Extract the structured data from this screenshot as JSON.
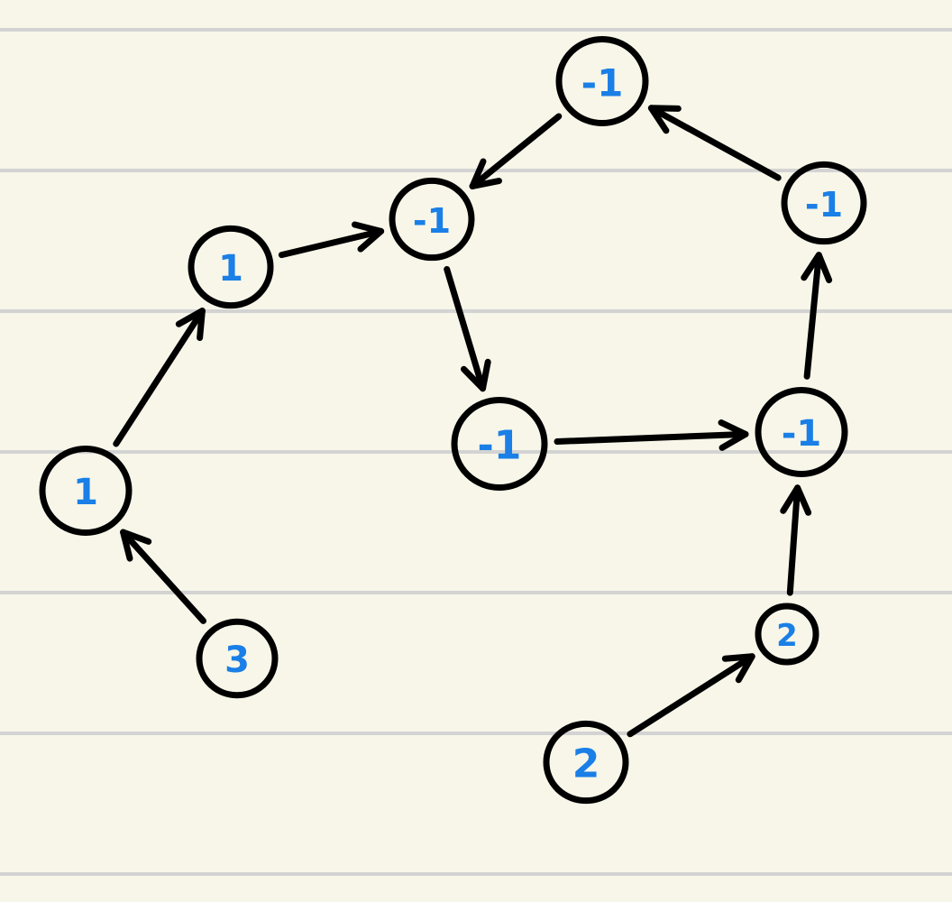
{
  "colors": {
    "paper": "#f7f6e9",
    "ruled_line": "#d3d3d3",
    "ink": "#000000",
    "label": "#1a7fe6"
  },
  "diagram": {
    "nodes": [
      {
        "id": "n1",
        "label": "3"
      },
      {
        "id": "n2",
        "label": "1"
      },
      {
        "id": "n3",
        "label": "1"
      },
      {
        "id": "n4",
        "label": "-1"
      },
      {
        "id": "n5",
        "label": "-1"
      },
      {
        "id": "n6",
        "label": "-1"
      },
      {
        "id": "n7",
        "label": "-1"
      },
      {
        "id": "n8",
        "label": "-1"
      },
      {
        "id": "n9",
        "label": "2"
      },
      {
        "id": "n10",
        "label": "2"
      }
    ],
    "edges": [
      {
        "from": "n1",
        "to": "n2"
      },
      {
        "from": "n2",
        "to": "n3"
      },
      {
        "from": "n3",
        "to": "n4"
      },
      {
        "from": "n4",
        "to": "n5"
      },
      {
        "from": "n5",
        "to": "n6"
      },
      {
        "from": "n6",
        "to": "n7"
      },
      {
        "from": "n7",
        "to": "n8"
      },
      {
        "from": "n8",
        "to": "n4"
      },
      {
        "from": "n9",
        "to": "n10"
      },
      {
        "from": "n10",
        "to": "n6"
      }
    ]
  }
}
